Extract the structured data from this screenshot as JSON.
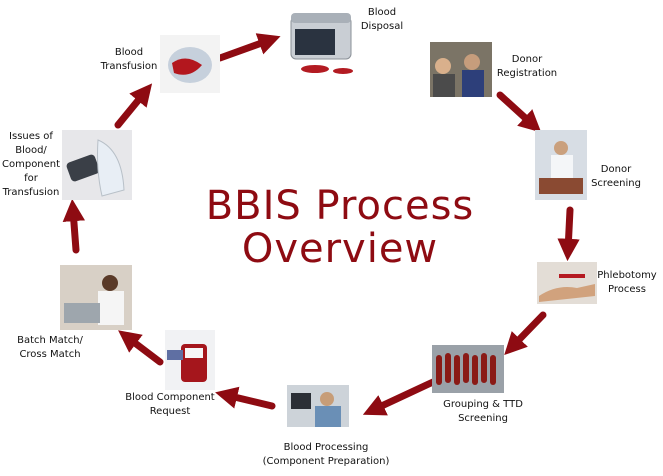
{
  "title": {
    "line1": "BBIS Process",
    "line2": "Overview"
  },
  "colors": {
    "arrow": "#8e0b12",
    "title": "#8e0b12"
  },
  "steps": [
    {
      "lines": [
        "Blood",
        "Disposal"
      ],
      "icon": "fridge-icon"
    },
    {
      "lines": [
        "Donor",
        "Registration"
      ],
      "icon": "registration-desk-icon"
    },
    {
      "lines": [
        "Donor",
        "Screening"
      ],
      "icon": "lab-screening-icon"
    },
    {
      "lines": [
        "Phlebotomy",
        "Process"
      ],
      "icon": "blood-draw-icon"
    },
    {
      "lines": [
        "Grouping & TTD",
        "Screening"
      ],
      "icon": "test-tubes-icon"
    },
    {
      "lines": [
        "Blood Processing",
        "(Component Preparation)"
      ],
      "icon": "lab-worker-icon"
    },
    {
      "lines": [
        "Blood Component",
        "Request"
      ],
      "icon": "blood-bag-icon"
    },
    {
      "lines": [
        "Batch Match/",
        "Cross Match"
      ],
      "icon": "lab-technician-icon"
    },
    {
      "lines": [
        "Issues of",
        "Blood/",
        "Component",
        "for",
        "Transfusion"
      ],
      "icon": "scanner-icon"
    },
    {
      "lines": [
        "Blood",
        "Transfusion"
      ],
      "icon": "transfusion-icon"
    }
  ]
}
